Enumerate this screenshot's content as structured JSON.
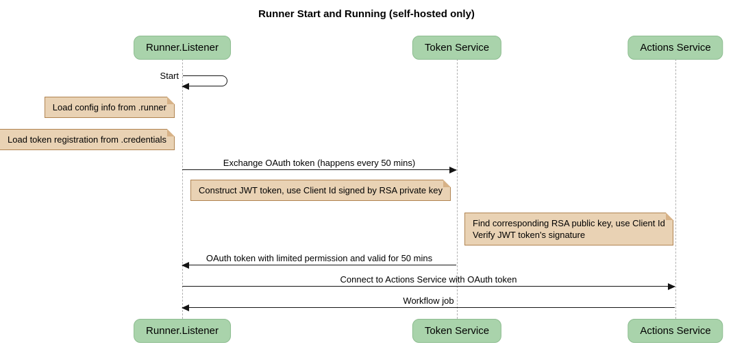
{
  "title": "Runner Start and Running (self-hosted only)",
  "participants": [
    {
      "label": "Runner.Listener"
    },
    {
      "label": "Token Service"
    },
    {
      "label": "Actions Service"
    }
  ],
  "messages": [
    {
      "label": "Start",
      "from": "Runner.Listener",
      "to": "Runner.Listener",
      "kind": "self"
    },
    {
      "label": "Exchange OAuth token (happens every 50 mins)",
      "from": "Runner.Listener",
      "to": "Token Service",
      "kind": "arrow-right"
    },
    {
      "label": "OAuth token with limited permission and valid for 50 mins",
      "from": "Token Service",
      "to": "Runner.Listener",
      "kind": "arrow-left"
    },
    {
      "label": "Connect to Actions Service with OAuth token",
      "from": "Runner.Listener",
      "to": "Actions Service",
      "kind": "arrow-right"
    },
    {
      "label": "Workflow job",
      "from": "Actions Service",
      "to": "Runner.Listener",
      "kind": "arrow-left"
    }
  ],
  "notes": [
    {
      "lines": [
        "Load config info from .runner"
      ],
      "position": "left of Runner.Listener"
    },
    {
      "lines": [
        "Load token registration from .credentials"
      ],
      "position": "left of Runner.Listener"
    },
    {
      "lines": [
        "Construct JWT token, use Client Id signed by RSA private key"
      ],
      "position": "over Runner.Listener and Token Service"
    },
    {
      "lines": [
        "Find corresponding RSA public key, use Client Id",
        "Verify JWT token's signature"
      ],
      "position": "right of Token Service"
    }
  ],
  "colors": {
    "participant-fill": "#a9d3ab",
    "participant-border": "#8cbc8f",
    "note-fill": "#e9d2b4",
    "note-border": "#b08350",
    "note-fold": "#d7b287",
    "line": "#141414",
    "lifeline": "#b0b0b0",
    "text": "#000000",
    "background": "#ffffff"
  }
}
